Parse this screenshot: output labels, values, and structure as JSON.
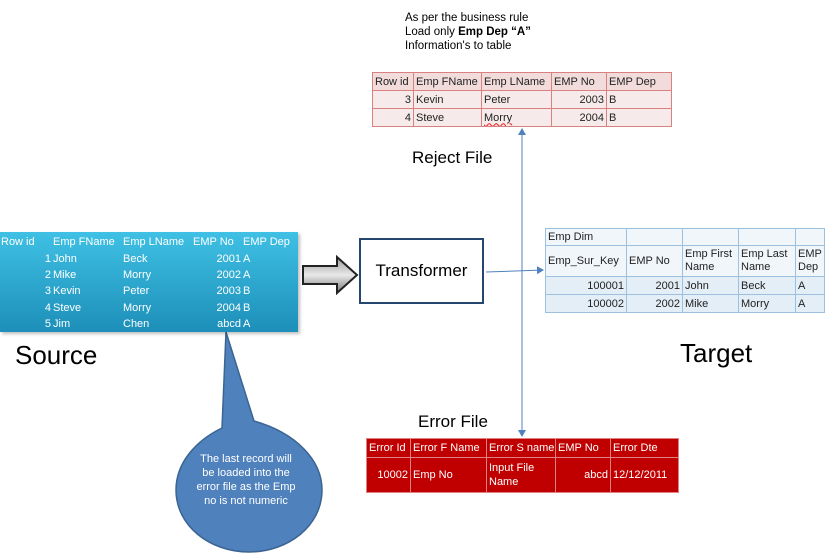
{
  "note": {
    "line1": "As per the business rule",
    "line2_prefix": "Load only ",
    "line2_bold": "Emp Dep “A”",
    "line3": "Information's to table"
  },
  "reject": {
    "title": "Reject File",
    "headers": [
      "Row id",
      "Emp FName",
      "Emp LName",
      "EMP No",
      "EMP Dep"
    ],
    "rows": [
      [
        "3",
        "Kevin",
        "Peter",
        "2003",
        "B"
      ],
      [
        "4",
        "Steve",
        "Morry",
        "2004",
        "B"
      ]
    ]
  },
  "source": {
    "label": "Source",
    "headers": [
      "Row id",
      "Emp FName",
      "Emp LName",
      "EMP No",
      "EMP Dep"
    ],
    "rows": [
      [
        "1",
        "John",
        "Beck",
        "2001",
        "A"
      ],
      [
        "2",
        "Mike",
        "Morry",
        "2002",
        "A"
      ],
      [
        "3",
        "Kevin",
        "Peter",
        "2003",
        "B"
      ],
      [
        "4",
        "Steve",
        "Morry",
        "2004",
        "B"
      ],
      [
        "5",
        "Jim",
        "Chen",
        "abcd",
        "A"
      ]
    ]
  },
  "transformer": {
    "label": "Transformer"
  },
  "target": {
    "label": "Target",
    "table_title": "Emp Dim",
    "headers": [
      "Emp_Sur_Key",
      "EMP No",
      "Emp First Name",
      "Emp Last Name",
      "EMP Dep"
    ],
    "rows": [
      [
        "100001",
        "2001",
        "John",
        "Beck",
        "A"
      ],
      [
        "100002",
        "2002",
        "Mike",
        "Morry",
        "A"
      ]
    ]
  },
  "error": {
    "title": "Error File",
    "headers": [
      "Error Id",
      "Error F Name",
      "Error S name",
      "EMP No",
      "Error Dte"
    ],
    "rows": [
      [
        "10002",
        "Emp No",
        "Input File Name",
        "abcd",
        "12/12/2011"
      ]
    ]
  },
  "callout": {
    "text": "The last  record will be loaded into the error file as the Emp no is not numeric"
  },
  "colors": {
    "source_fill": "#2aa6d3",
    "error_fill": "#c00000",
    "reject_border": "#d98080",
    "target_border": "#9cc0de",
    "callout_fill": "#4f81bd",
    "connector": "#4f81bd"
  }
}
